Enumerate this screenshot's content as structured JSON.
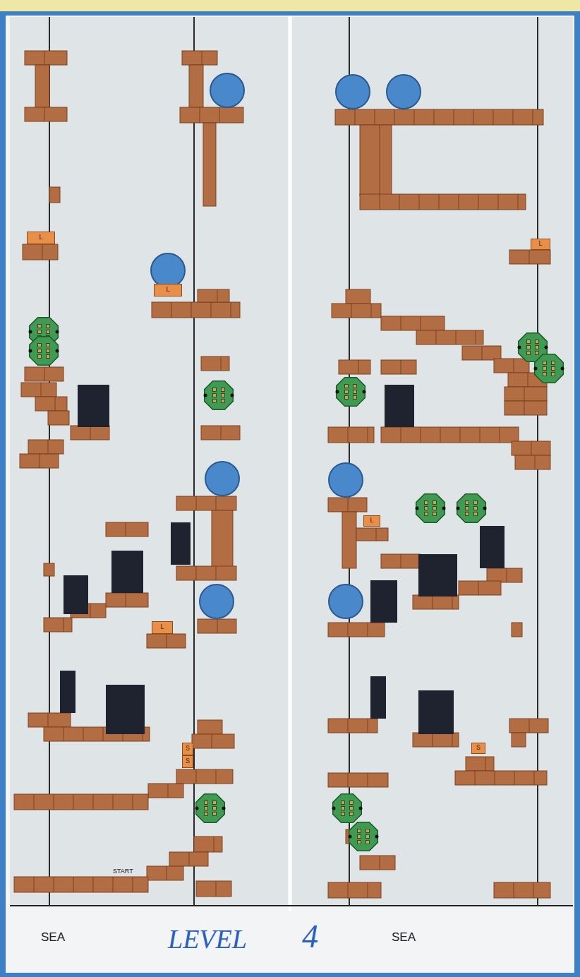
{
  "diagram": {
    "nodes": [
      {
        "text": [
          "L"
        ]
      },
      {
        "text": [
          "L"
        ]
      },
      {
        "text": [
          "L"
        ]
      },
      {
        "text": [
          "L"
        ]
      },
      {
        "text": [
          "L"
        ]
      },
      {
        "text": [
          "S"
        ]
      },
      {
        "text": [
          "S"
        ]
      },
      {
        "text": [
          "S"
        ]
      }
    ],
    "labels": [
      "START",
      "SEA",
      "LEVEL",
      "4",
      "SEA"
    ]
  }
}
